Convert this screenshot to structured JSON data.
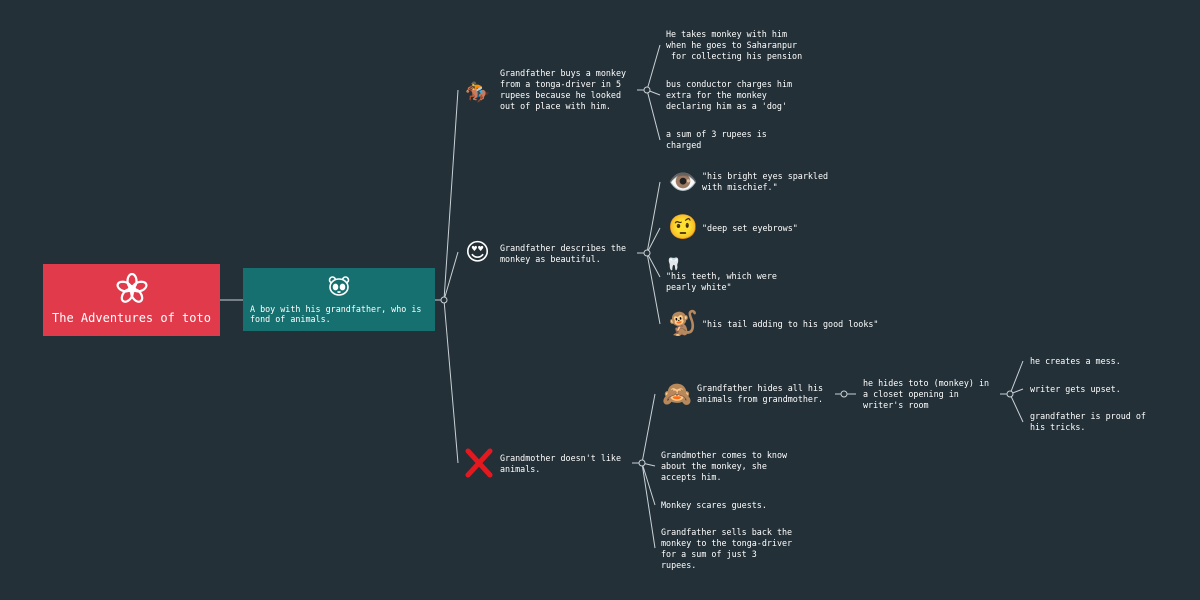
{
  "root": {
    "title": "The Adventures of toto",
    "icon": "flower-icon"
  },
  "hub": {
    "text": "A boy with his grandfather, who is fond of animals.",
    "icon": "panda-icon"
  },
  "branches": [
    {
      "icon": "horse-rider-icon",
      "text": "Grandfather buys a monkey\nfrom a tonga-driver in 5\nrupees because he looked\nout of place with him.",
      "children": [
        {
          "text": "He takes monkey with him\nwhen he goes to Saharanpur\n for collecting his pension"
        },
        {
          "text": "bus conductor charges him\nextra for the monkey\ndeclaring him as a 'dog'"
        },
        {
          "text": "a sum of 3 rupees is\ncharged"
        }
      ]
    },
    {
      "icon": "heart-eyes-icon",
      "text": "Grandfather describes the\nmonkey as beautiful.",
      "children": [
        {
          "icon": "eye-icon",
          "text": "\"his bright eyes sparkled\nwith mischief.\""
        },
        {
          "icon": "raised-eyebrow-icon",
          "text": "\"deep set eyebrows\""
        },
        {
          "icon": "tooth-icon",
          "text": "\"his teeth, which were\npearly white\""
        },
        {
          "icon": "monkey-icon",
          "text": "\"his tail adding to his good looks\""
        }
      ]
    },
    {
      "icon": "cross-mark-icon",
      "text": "Grandmother doesn't like\nanimals.",
      "children": [
        {
          "icon": "see-no-evil-monkey-icon",
          "text": "Grandfather hides all his\nanimals from grandmother.",
          "children": [
            {
              "text": "he hides toto (monkey) in\na closet opening in\nwriter's room",
              "children": [
                {
                  "text": "he creates a mess."
                },
                {
                  "text": "writer gets upset."
                },
                {
                  "text": "grandfather is proud of\nhis tricks."
                }
              ]
            }
          ]
        },
        {
          "text": "Grandmother comes to know\nabout the monkey, she\naccepts him."
        },
        {
          "text": "Monkey scares guests."
        },
        {
          "text": "Grandfather sells back the\nmonkey to the tonga-driver\nfor a sum of just 3\nrupees."
        }
      ]
    }
  ]
}
